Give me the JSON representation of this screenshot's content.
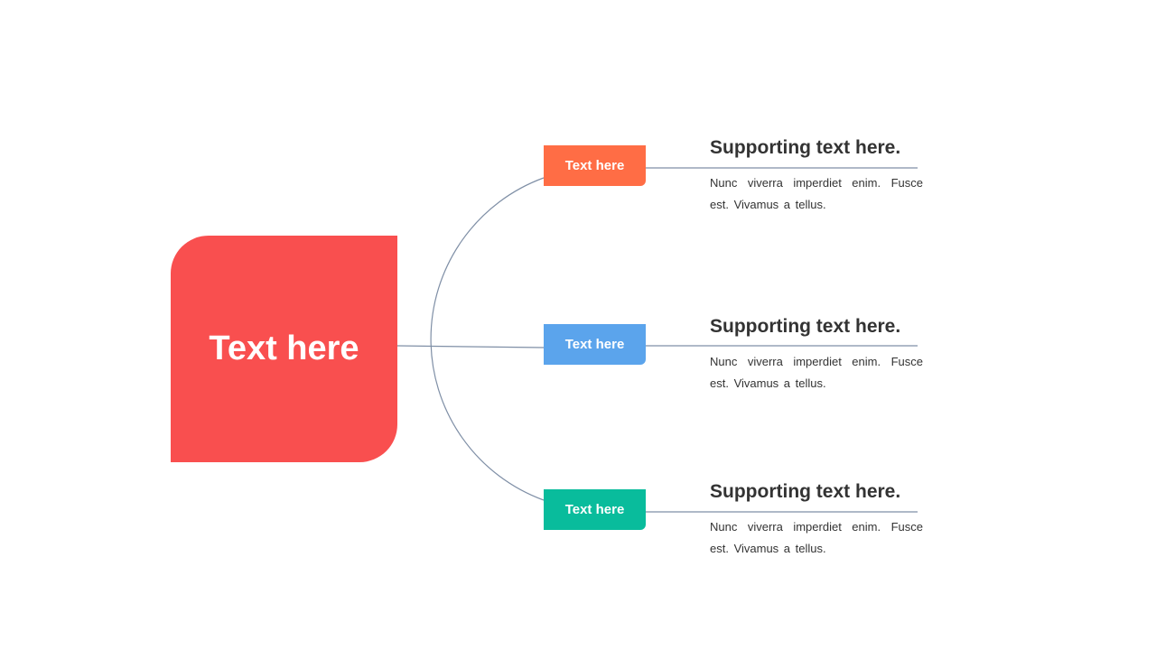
{
  "colors": {
    "connector": "#7f8fa6",
    "main": "#f94f4f",
    "branch_1": "#ff6d45",
    "branch_2": "#5ba4ec",
    "branch_3": "#09bc9c"
  },
  "main": {
    "label": "Text here"
  },
  "branches": [
    {
      "label": "Text here",
      "color_key": "branch_1",
      "title": "Supporting text here.",
      "body": "Nunc viverra imperdiet enim. Fusce est. Vivamus a tellus."
    },
    {
      "label": "Text here",
      "color_key": "branch_2",
      "title": "Supporting text here.",
      "body": "Nunc viverra imperdiet enim. Fusce est. Vivamus a tellus."
    },
    {
      "label": "Text here",
      "color_key": "branch_3",
      "title": "Supporting text here.",
      "body": "Nunc viverra imperdiet enim. Fusce est. Vivamus a tellus."
    }
  ]
}
